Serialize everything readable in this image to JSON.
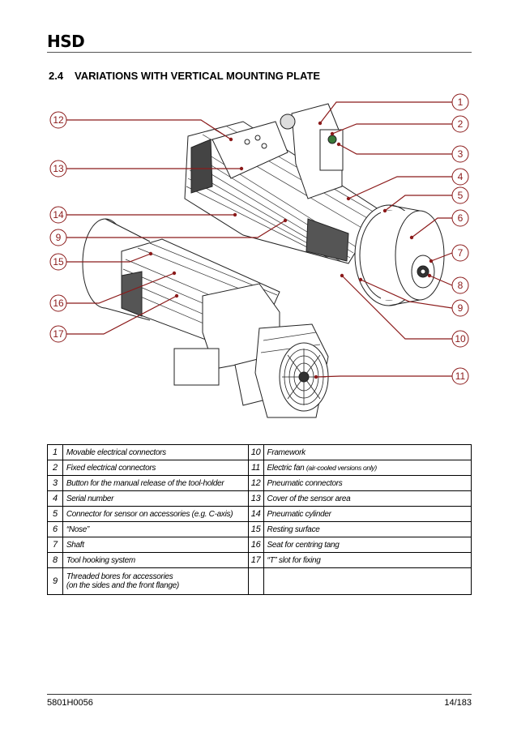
{
  "header": {
    "logo": "HSD"
  },
  "section": {
    "number": "2.4",
    "title": "VARIATIONS WITH VERTICAL MOUNTING PLATE"
  },
  "figure": {
    "callouts": [
      "1",
      "2",
      "3",
      "4",
      "5",
      "6",
      "7",
      "8",
      "9",
      "10",
      "11",
      "12",
      "13",
      "14",
      "9",
      "15",
      "16",
      "17"
    ]
  },
  "legend": {
    "rows": [
      {
        "n1": "1",
        "d1": "Movable electrical connectors",
        "n2": "10",
        "d2": "Framework"
      },
      {
        "n1": "2",
        "d1": "Fixed electrical connectors",
        "n2": "11",
        "d2": "Electric fan",
        "d2_note": "(air-cooled versions only)"
      },
      {
        "n1": "3",
        "d1": "Button for the manual release of the tool-holder",
        "n2": "12",
        "d2": "Pneumatic connectors"
      },
      {
        "n1": "4",
        "d1": "Serial number",
        "n2": "13",
        "d2": "Cover of the sensor area"
      },
      {
        "n1": "5",
        "d1": "Connector for sensor on accessories (e.g. C-axis)",
        "n2": "14",
        "d2": "Pneumatic cylinder"
      },
      {
        "n1": "6",
        "d1": "“Nose”",
        "n2": "15",
        "d2": "Resting surface"
      },
      {
        "n1": "7",
        "d1": "Shaft",
        "n2": "16",
        "d2": "Seat for centring tang"
      },
      {
        "n1": "8",
        "d1": "Tool hooking system",
        "n2": "17",
        "d2": "“T” slot for fixing"
      },
      {
        "n1": "9",
        "d1": "Threaded bores for accessories",
        "d1b": "(on the sides and the front flange)",
        "n2": "",
        "d2": ""
      }
    ]
  },
  "footer": {
    "doc_code": "5801H0056",
    "page": "14/183"
  },
  "colors": {
    "callout": "#8b1a1a",
    "rule": "#555555"
  }
}
